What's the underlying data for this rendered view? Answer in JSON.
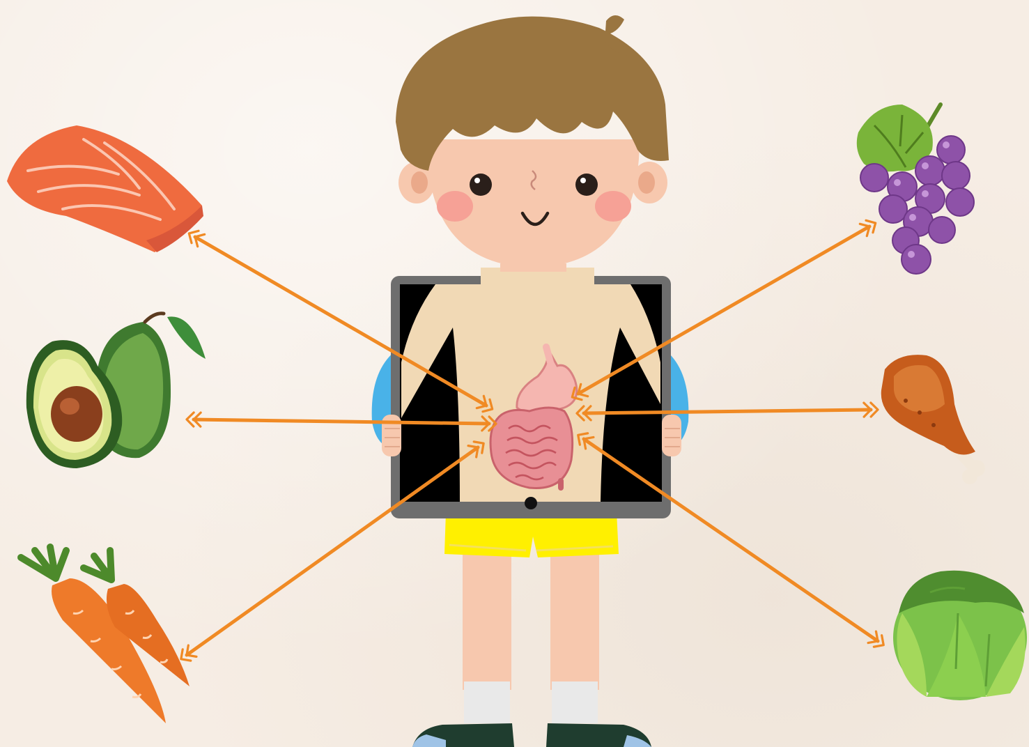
{
  "diagram": {
    "center": "child-digestive-system",
    "foods": [
      {
        "id": "salmon",
        "icon": "salmon-fillet-icon"
      },
      {
        "id": "avocado",
        "icon": "avocado-icon"
      },
      {
        "id": "carrot",
        "icon": "carrot-icon"
      },
      {
        "id": "grapes",
        "icon": "grapes-icon"
      },
      {
        "id": "chicken",
        "icon": "chicken-drumstick-icon"
      },
      {
        "id": "cabbage",
        "icon": "cabbage-icon"
      }
    ],
    "arrow_style": "double-headed",
    "count_arrows": 6
  },
  "colors": {
    "background": "#f6ede4",
    "arrow": "#f08a24",
    "hair": "#9a7540",
    "skin": "#f7c8ae",
    "xray_frame": "#6e6e6e",
    "xray_body": "#f1d9b5",
    "shorts": "#fff000",
    "sleeve": "#49b2e8",
    "salmon": "#ef6b3f",
    "avocado_skin": "#3f7a2f",
    "grapes": "#8e52a8",
    "chicken": "#c65c1c",
    "cabbage": "#7cc24a",
    "carrot": "#ee7a2a"
  }
}
